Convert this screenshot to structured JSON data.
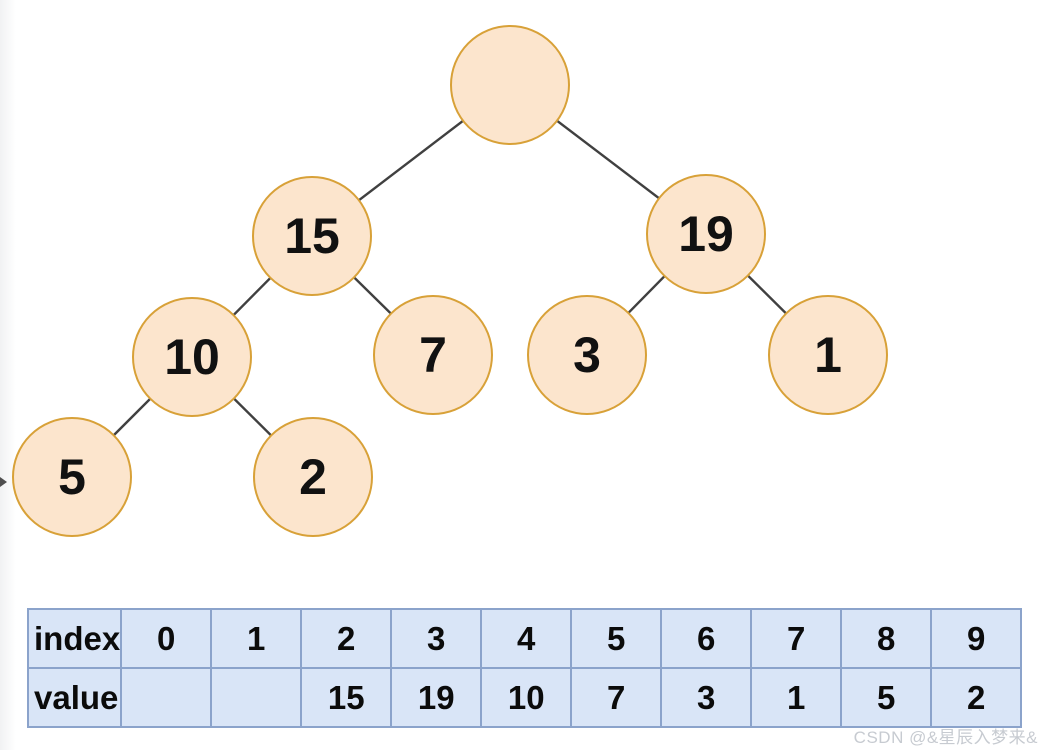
{
  "colors": {
    "node_fill": "#FCE5CD",
    "node_border": "#D8A138",
    "edge_line": "#404040",
    "table_cell_fill": "#D9E5F7",
    "table_border": "#8BA3CB",
    "node_text": "#111111",
    "watermark_text": "#C7CBD1"
  },
  "tree": {
    "description": "Binary tree diagram, root node has no label",
    "nodes": [
      {
        "id": "root",
        "label": ""
      },
      {
        "id": "n15",
        "label": "15"
      },
      {
        "id": "n19",
        "label": "19"
      },
      {
        "id": "n10",
        "label": "10"
      },
      {
        "id": "n7",
        "label": "7"
      },
      {
        "id": "n3",
        "label": "3"
      },
      {
        "id": "n1",
        "label": "1"
      },
      {
        "id": "n5",
        "label": "5"
      },
      {
        "id": "n2",
        "label": "2"
      }
    ],
    "edges": [
      {
        "from": "root",
        "to": "n15"
      },
      {
        "from": "root",
        "to": "n19"
      },
      {
        "from": "n15",
        "to": "n10"
      },
      {
        "from": "n15",
        "to": "n7"
      },
      {
        "from": "n19",
        "to": "n3"
      },
      {
        "from": "n19",
        "to": "n1"
      },
      {
        "from": "n10",
        "to": "n5"
      },
      {
        "from": "n10",
        "to": "n2"
      }
    ]
  },
  "array_table": {
    "row_headers": [
      "index",
      "value"
    ],
    "index_row": [
      "0",
      "1",
      "2",
      "3",
      "4",
      "5",
      "6",
      "7",
      "8",
      "9"
    ],
    "value_row": [
      "",
      "",
      "15",
      "19",
      "10",
      "7",
      "3",
      "1",
      "5",
      "2"
    ]
  },
  "watermark": "CSDN @&星辰入梦来&"
}
